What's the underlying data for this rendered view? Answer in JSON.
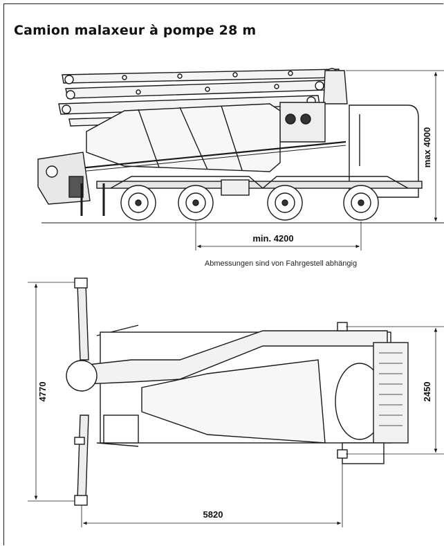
{
  "title": "Camion malaxeur à pompe 28 m",
  "side_view": {
    "height_dimension": "max 4000",
    "wheelbase_dimension": "min. 4200",
    "note": "Abmessungen sind von Fahrgestell abhängig"
  },
  "top_view": {
    "outrigger_span_dimension": "4770",
    "width_dimension": "2450",
    "length_dimension": "5820"
  },
  "colors": {
    "line": "#1a1a1a",
    "background": "#ffffff"
  }
}
